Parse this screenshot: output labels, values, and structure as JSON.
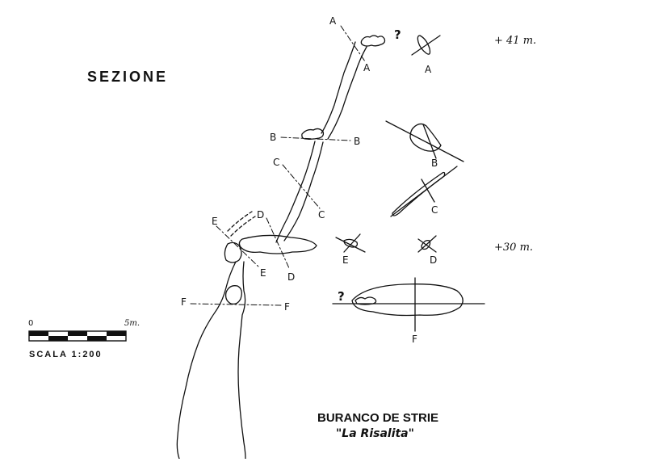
{
  "title": "SEZIONE",
  "scale": {
    "label": "SCALA 1:200",
    "start": "0",
    "end": "5m."
  },
  "cave": {
    "name": "BURANCO DE STRIE",
    "subtitle": "\"La Risalita\""
  },
  "elevations": {
    "top": "+ 41 m.",
    "middle": "+30 m."
  },
  "unknown_marks": {
    "top": "?",
    "plan": "?"
  },
  "section_letters": {
    "A": "A",
    "B": "B",
    "C": "C",
    "D": "D",
    "E": "E",
    "F": "F"
  }
}
